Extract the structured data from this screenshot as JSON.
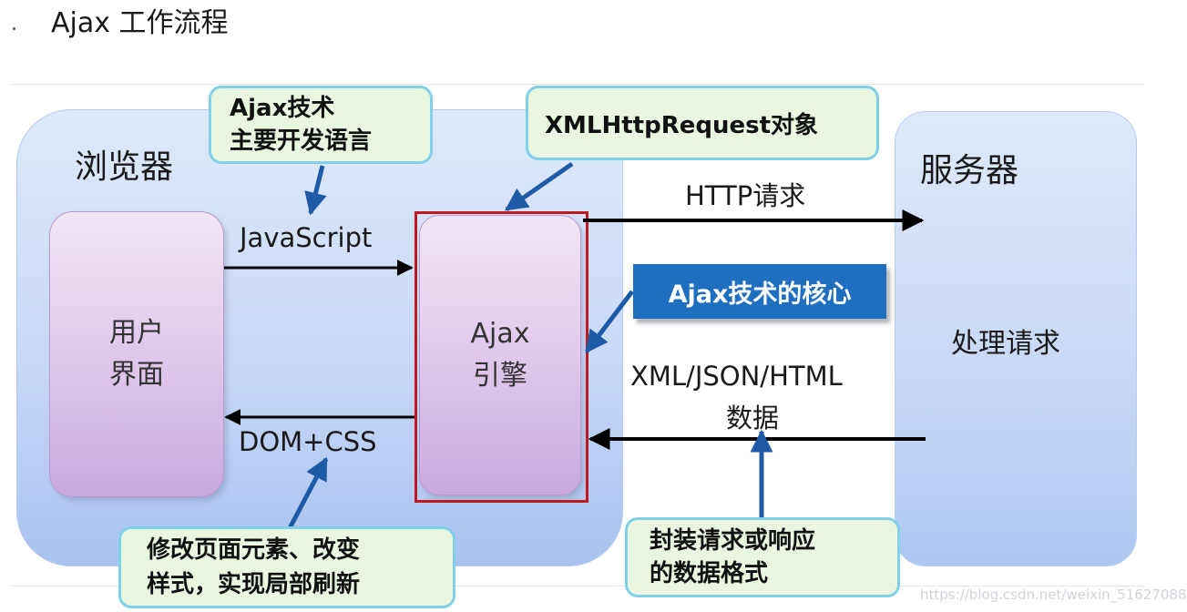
{
  "title": "Ajax 工作流程",
  "browser": {
    "title": "浏览器"
  },
  "server": {
    "title": "服务器",
    "body": "处理请求"
  },
  "user_interface": {
    "line1": "用户",
    "line2": "界面"
  },
  "engine": {
    "line1": "Ajax",
    "line2": "引擎"
  },
  "callouts": {
    "ajax_language": {
      "line1": "Ajax技术",
      "line2": "主要开发语言"
    },
    "xhr": "XMLHttpRequest对象",
    "core": "Ajax技术的核心",
    "modify": {
      "line1": "修改页面元素、改变",
      "line2": "样式，实现局部刷新"
    },
    "format": {
      "line1": "封装请求或响应",
      "line2": "的数据格式"
    }
  },
  "labels": {
    "javascript": "JavaScript",
    "dom_css": "DOM+CSS",
    "http_request": "HTTP请求",
    "data_formats": "XML/JSON/HTML",
    "data": "数据"
  },
  "watermark": "https://blog.csdn.net/weixin_51627088",
  "colors": {
    "engine_border": "#c0191f",
    "callout_bg": "#e9f7e1",
    "callout_border": "#7fd0e8",
    "core_callout_bg": "#1f6fc0",
    "pointer_arrow": "#1f5aa6",
    "flow_arrow": "#000000"
  }
}
